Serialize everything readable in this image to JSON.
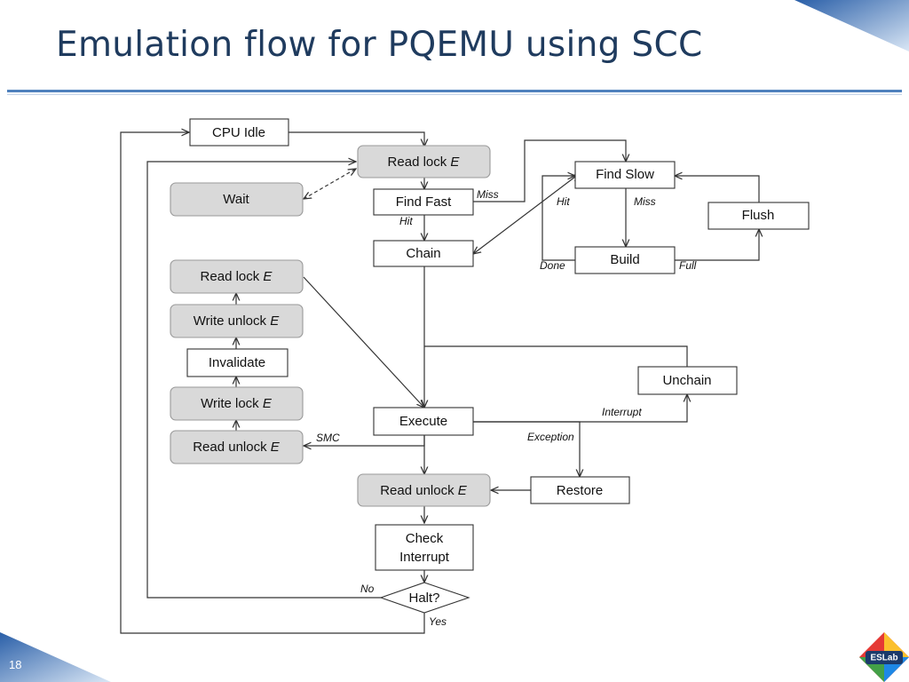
{
  "slide": {
    "title": "Emulation flow for PQEMU using SCC",
    "page_number": "18",
    "logo_text": "ESLab"
  },
  "nodes": {
    "cpu_idle": "CPU Idle",
    "read_lock_top": "Read lock",
    "find_fast": "Find Fast",
    "chain": "Chain",
    "find_slow": "Find Slow",
    "build": "Build",
    "flush": "Flush",
    "wait": "Wait",
    "read_lock_left": "Read lock",
    "write_unlock": "Write unlock",
    "invalidate": "Invalidate",
    "write_lock": "Write lock",
    "read_unlock_left": "Read unlock",
    "execute": "Execute",
    "unchain": "Unchain",
    "read_unlock_main": "Read unlock",
    "restore": "Restore",
    "check_interrupt_1": "Check",
    "check_interrupt_2": "Interrupt",
    "halt": "Halt?",
    "var_e": "E"
  },
  "edges": {
    "miss_fast": "Miss",
    "hit_fast": "Hit",
    "hit_slow": "Hit",
    "miss_slow": "Miss",
    "done": "Done",
    "full": "Full",
    "smc": "SMC",
    "interrupt": "Interrupt",
    "exception": "Exception",
    "no": "No",
    "yes": "Yes"
  },
  "colors": {
    "title": "#1f3b5e",
    "rule": "#4f81bd",
    "lock_fill": "#d9d9d9",
    "corner_blue": "#1f4e8c"
  }
}
